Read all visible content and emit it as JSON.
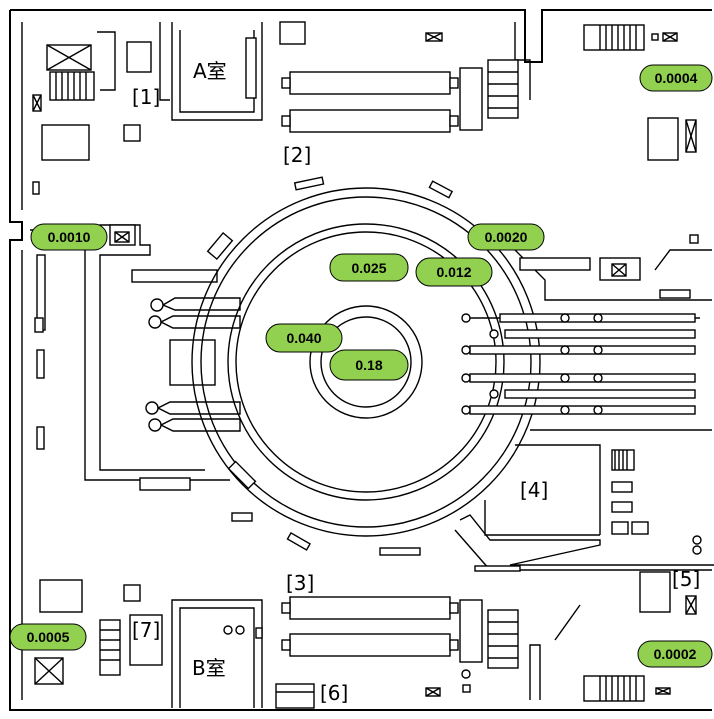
{
  "rooms": {
    "room_a": "A室",
    "room_b": "B室"
  },
  "markers": [
    "[1]",
    "[2]",
    "[3]",
    "[4]",
    "[5]",
    "[6]",
    "[7]"
  ],
  "readings": {
    "top_right": "0.0004",
    "left_mid": "0.0010",
    "ring_upper_right": "0.0020",
    "inner_upper_left": "0.025",
    "inner_upper_right": "0.012",
    "center_left": "0.040",
    "center": "0.18",
    "bottom_left": "0.0005",
    "bottom_right": "0.0002"
  },
  "colors": {
    "badge_fill": "#92d050",
    "line": "#000000"
  }
}
